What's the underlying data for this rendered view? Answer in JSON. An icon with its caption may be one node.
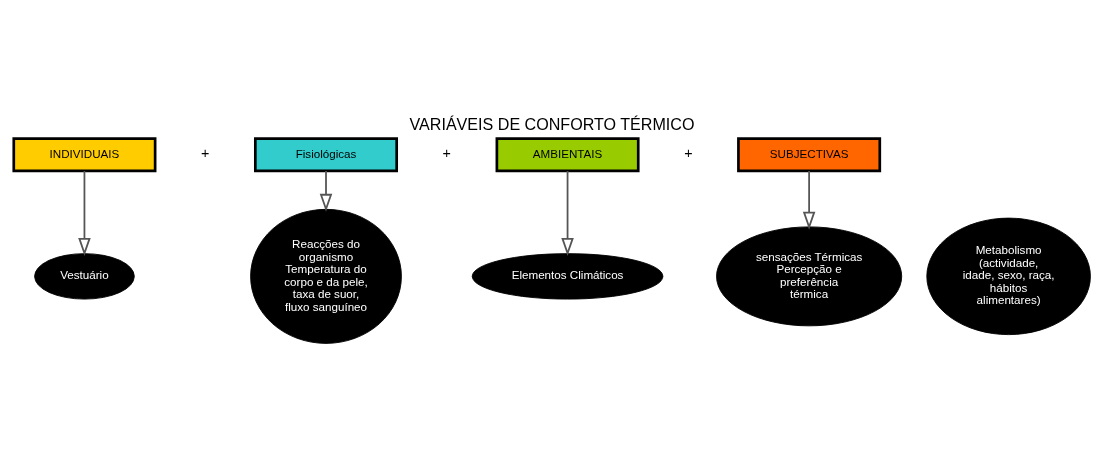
{
  "diagram": {
    "title": "VARIÁVEIS DE CONFORTO TÉRMICO",
    "nodes": [
      {
        "text": [
          "INDIVIDUAIS"
        ]
      },
      {
        "text": [
          "Fisiológicas"
        ]
      },
      {
        "text": [
          "AMBIENTAIS"
        ]
      },
      {
        "text": [
          "SUBJECTIVAS"
        ]
      },
      {
        "text": [
          "Vestuário"
        ]
      },
      {
        "text": [
          "Metabolismo",
          "(actividade, idade, sexo, raça, hábitos alimentares)"
        ]
      },
      {
        "text": [
          "Reacções do organismo",
          "Temperatura do corpo e da pele, taxa de suor, fluxo sanguíneo"
        ]
      },
      {
        "text": [
          "Elementos Climáticos"
        ]
      },
      {
        "text": [
          "sensações Térmicas",
          "Percepção e preferência térmica"
        ]
      }
    ],
    "edges": [
      {
        "from": 0,
        "to": 4,
        "arrow": "to"
      },
      {
        "from": 1,
        "to": 6,
        "arrow": "to"
      },
      {
        "from": 2,
        "to": 7,
        "arrow": "to"
      },
      {
        "from": 3,
        "to": 8,
        "arrow": "to"
      }
    ],
    "labels": [
      "+",
      "+",
      "+"
    ]
  }
}
